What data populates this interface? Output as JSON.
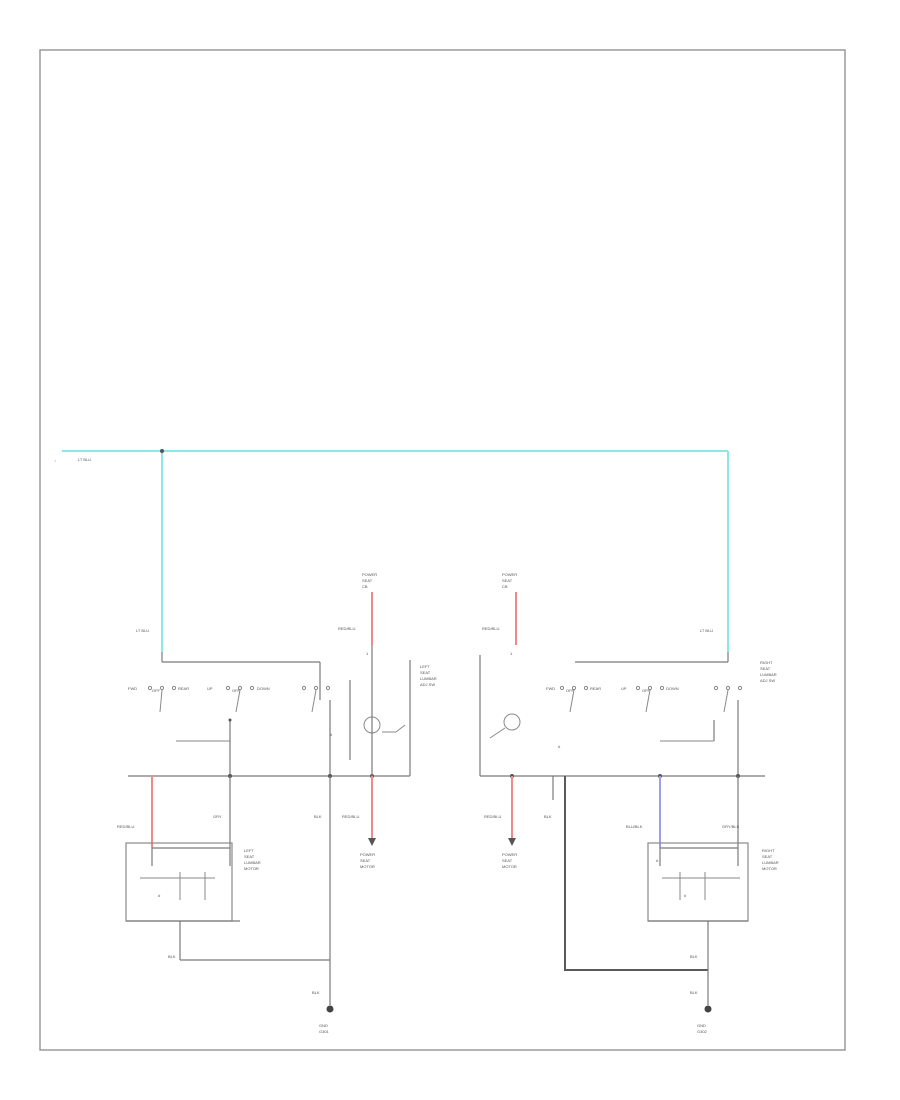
{
  "page_id": "",
  "wire_colors": {
    "cyan": "#8fe6ea",
    "red": "#f08a8a",
    "blue": "#9d9ded",
    "black": "#5a5a5a",
    "gray": "#7a7a7a"
  },
  "labels": {
    "top_wire": "LT BLU",
    "left_cyan_wire": "LT BLU",
    "right_cyan_wire": "LT BLU",
    "left_source": [
      "POWER",
      "SEAT",
      "CB"
    ],
    "right_source": [
      "POWER",
      "SEAT",
      "CB"
    ],
    "left_red_top": "RED/BLU",
    "right_red_top": "RED/BLU",
    "left_switch_name": [
      "LEFT",
      "SEAT",
      "LUMBAR",
      "ADJ SW"
    ],
    "right_switch_name": [
      "RIGHT",
      "SEAT",
      "LUMBAR",
      "ADJ SW"
    ],
    "left_switch_pos": [
      "FWD",
      "OFF",
      "REAR",
      "UP",
      "OFF",
      "DOWN"
    ],
    "right_switch_pos": [
      "FWD",
      "OFF",
      "REAR",
      "UP",
      "OFF",
      "DOWN"
    ],
    "left_lower_red": "RED/BLU",
    "left_lower_wire2": "GRY",
    "left_lower_wire3": "BLK",
    "right_lower_red": "RED/BLU",
    "right_lower_wire2": "BLK",
    "right_lower_blue": "BLU/BLK",
    "right_lower_wire4": "GRY/BLK",
    "left_motor_name": [
      "LEFT",
      "SEAT",
      "LUMBAR",
      "MOTOR"
    ],
    "right_motor_name": [
      "RIGHT",
      "SEAT",
      "LUMBAR",
      "MOTOR"
    ],
    "left_dest": [
      "POWER",
      "SEAT",
      "MOTOR"
    ],
    "right_dest": [
      "POWER",
      "SEAT",
      "MOTOR"
    ],
    "left_ground_wire": "BLK",
    "right_ground_wire": "BLK",
    "left_ground_wire2": "BLK",
    "right_ground_wire2": "BLK",
    "left_ground": [
      "GND",
      "G301"
    ],
    "right_ground": [
      "GND",
      "G302"
    ],
    "pins": [
      "1",
      "2",
      "3",
      "4",
      "5",
      "6",
      "7"
    ]
  }
}
